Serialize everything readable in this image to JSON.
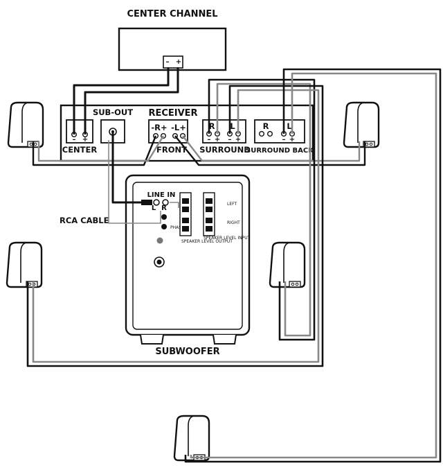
{
  "center_channel": {
    "title": "CENTER CHANNEL",
    "terminal_minus": "–",
    "terminal_plus": "+"
  },
  "receiver": {
    "title": "RECEIVER",
    "center": {
      "label": "CENTER",
      "minus": "–",
      "plus": "+"
    },
    "sub_out": {
      "label": "SUB-OUT"
    },
    "front": {
      "label": "FRONT",
      "right_mark": "-R+",
      "left_mark": "-L+"
    },
    "surround": {
      "label": "SURROUND",
      "r": "R",
      "l": "L",
      "minus": "–",
      "plus": "+"
    },
    "surround_back": {
      "label": "SURROUND BACK",
      "r": "R",
      "l": "L",
      "minus": "–",
      "plus": "+"
    }
  },
  "rca_cable": {
    "label": "RCA CABLE"
  },
  "subwoofer": {
    "title": "SUBWOOFER",
    "line_in": "LINE IN",
    "line_in_l": "L",
    "line_in_r": "R",
    "speaker_level_output": "SPEAKER LEVEL OUTPUT",
    "speaker_level_input": "SPEAKER LEVEL INPUT",
    "left": "LEFT",
    "right": "RIGHT",
    "phase": "PHASE"
  }
}
